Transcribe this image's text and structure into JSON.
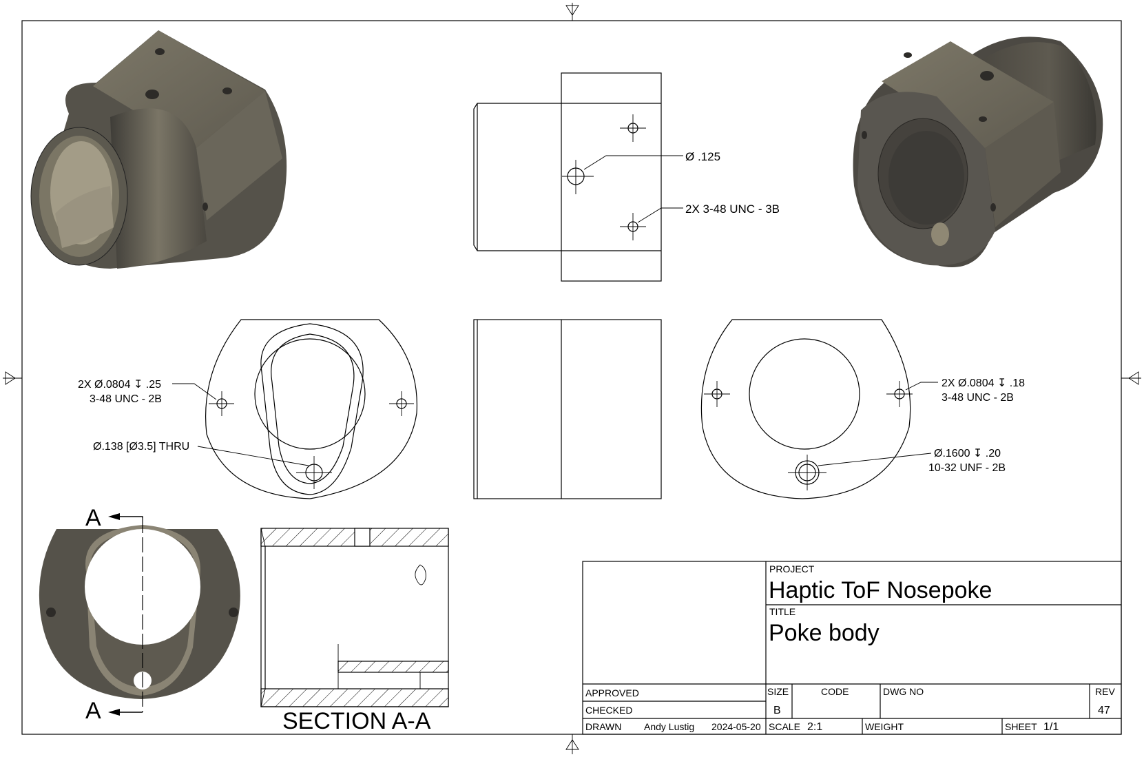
{
  "drawing": {
    "callouts": {
      "top_hole": "Ø .125",
      "top_thread": "2X 3-48 UNC - 3B",
      "left_holes_line1": "2X Ø.0804 ↧ .25",
      "left_holes_line2": "3-48 UNC - 2B",
      "left_thru": "Ø.138 [Ø3.5] THRU",
      "right_holes_line1": "2X Ø.0804 ↧ .18",
      "right_holes_line2": "3-48 UNC - 2B",
      "right_big_line1": "Ø.1600 ↧ .20",
      "right_big_line2": "10-32 UNF - 2B"
    },
    "section_marker_top": "A",
    "section_marker_bottom": "A",
    "section_label": "SECTION A-A"
  },
  "title_block": {
    "project_label": "PROJECT",
    "project": "Haptic ToF Nosepoke",
    "title_label": "TITLE",
    "title": "Poke body",
    "approved_label": "APPROVED",
    "checked_label": "CHECKED",
    "drawn_label": "DRAWN",
    "drawn_by": "Andy Lustig",
    "drawn_date": "2024-05-20",
    "size_label": "SIZE",
    "size": "B",
    "code_label": "CODE",
    "dwg_no_label": "DWG NO",
    "rev_label": "REV",
    "rev": "47",
    "scale_label": "SCALE",
    "scale": "2:1",
    "weight_label": "WEIGHT",
    "sheet_label": "SHEET",
    "sheet": "1/1"
  },
  "colors": {
    "body_dark": "#4a4741",
    "body_mid": "#6e6a60",
    "body_light": "#8a8474",
    "lines": "#000000"
  }
}
